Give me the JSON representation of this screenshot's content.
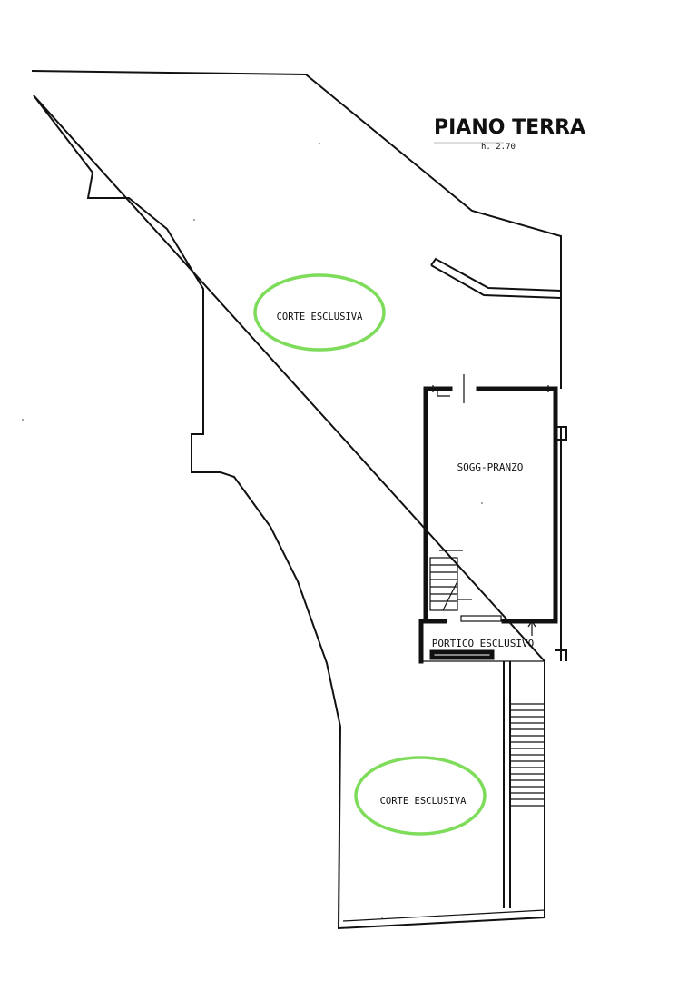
{
  "title": "PIANO TERRA",
  "height_note": "h. 2.70",
  "rooms": {
    "court_upper": "CORTE ESCLUSIVA",
    "living": "SOGG-PRANZO",
    "porch": "PORTICO ESCLUSIVO",
    "court_lower": "CORTE ESCLUSIVA"
  },
  "colors": {
    "highlight": "#7ddc5a",
    "line": "#111111",
    "background": "#ffffff"
  }
}
